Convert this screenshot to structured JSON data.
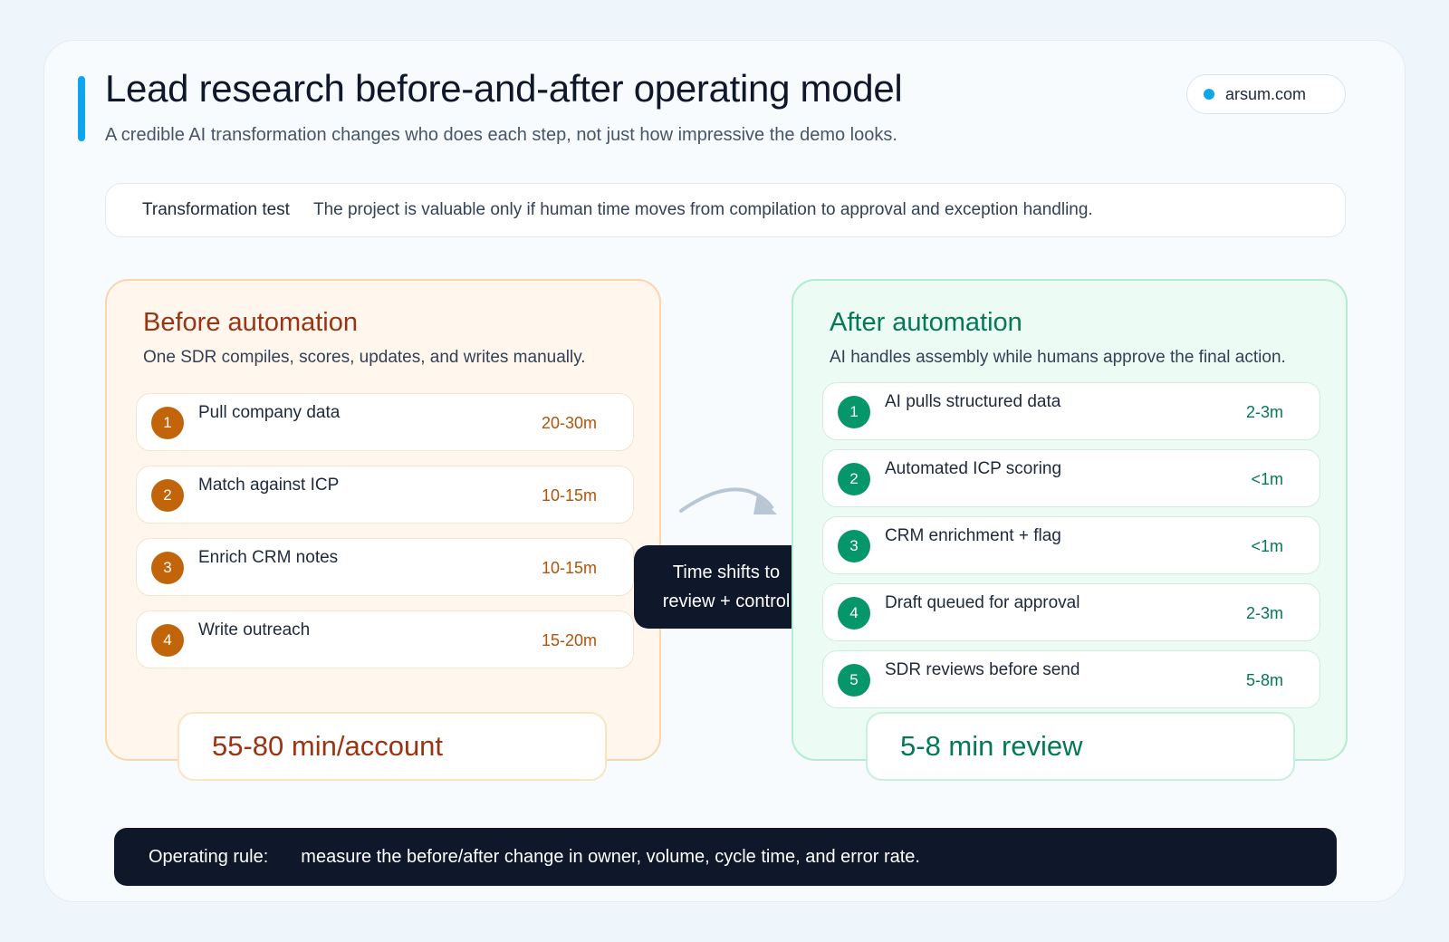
{
  "header": {
    "title": "Lead research before-and-after operating model",
    "subtitle": "A credible AI transformation changes who does each step, not just how impressive the demo looks.",
    "site": "arsum.com"
  },
  "test": {
    "label": "Transformation test",
    "text": "The project is valuable only if human time moves from compilation to approval and exception handling."
  },
  "before": {
    "title": "Before automation",
    "subtitle": "One SDR compiles, scores, updates, and writes manually.",
    "steps": [
      {
        "num": "1",
        "label": "Pull company data",
        "time": "20-30m"
      },
      {
        "num": "2",
        "label": "Match against ICP",
        "time": "10-15m"
      },
      {
        "num": "3",
        "label": "Enrich CRM notes",
        "time": "10-15m"
      },
      {
        "num": "4",
        "label": "Write outreach",
        "time": "15-20m"
      }
    ],
    "total": "55-80 min/account"
  },
  "transition": {
    "line1": "Time shifts to",
    "line2": "review + control"
  },
  "after": {
    "title": "After automation",
    "subtitle": "AI handles assembly while humans approve the final action.",
    "steps": [
      {
        "num": "1",
        "label": "AI pulls structured data",
        "time": "2-3m"
      },
      {
        "num": "2",
        "label": "Automated ICP scoring",
        "time": "<1m"
      },
      {
        "num": "3",
        "label": "CRM enrichment + flag",
        "time": "<1m"
      },
      {
        "num": "4",
        "label": "Draft queued for approval",
        "time": "2-3m"
      },
      {
        "num": "5",
        "label": "SDR reviews before send",
        "time": "5-8m"
      }
    ],
    "total": "5-8 min review"
  },
  "rule": {
    "label": "Operating rule:",
    "text": "measure the before/after change in owner, volume, cycle time, and error rate."
  },
  "colors": {
    "accent": "#0ea5e9",
    "before": "#c2650a",
    "after": "#059669",
    "dark": "#0f172a"
  }
}
